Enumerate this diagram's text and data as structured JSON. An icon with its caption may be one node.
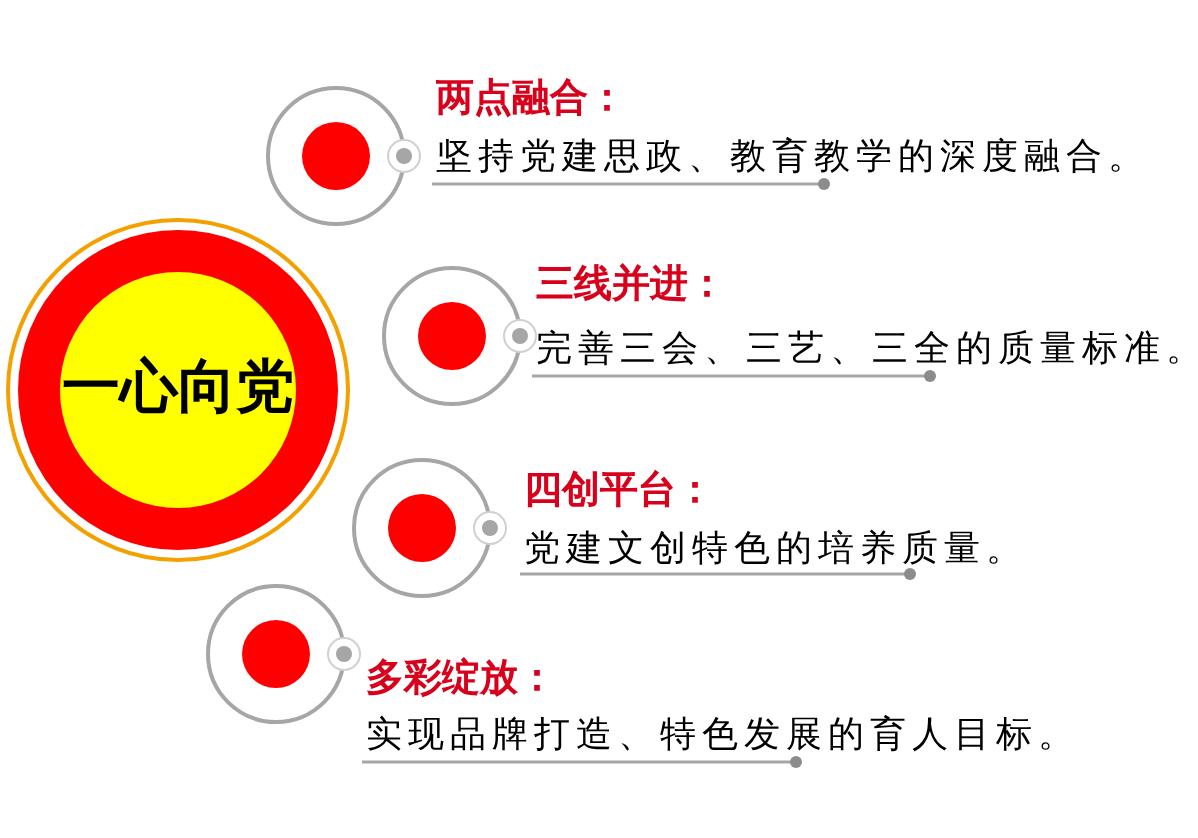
{
  "diagram": {
    "nodes": [
      {
        "text": [
          "一心向党"
        ]
      },
      {
        "text": [
          "两点融合：",
          "坚持党建思政、教育教学的深度融合。"
        ]
      },
      {
        "text": [
          "三线并进：",
          "完善三会、三艺、三全的质量标准。"
        ]
      },
      {
        "text": [
          "四创平台：",
          "党建文创特色的培养质量。"
        ]
      },
      {
        "text": [
          "多彩绽放：",
          "实现品牌打造、特色发展的育人目标。"
        ]
      }
    ]
  }
}
